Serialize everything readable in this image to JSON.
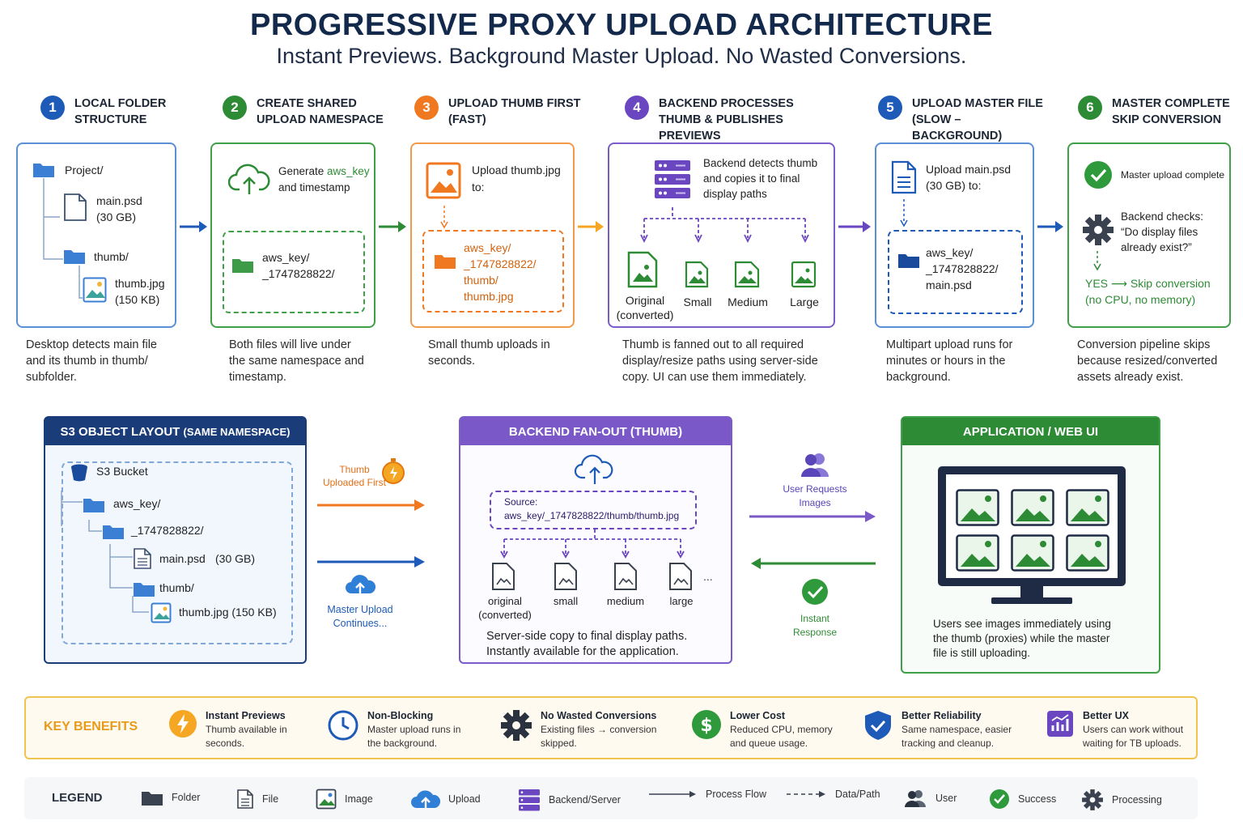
{
  "header": {
    "title": "PROGRESSIVE PROXY UPLOAD ARCHITECTURE",
    "subtitle": "Instant Previews. Background Master Upload. No Wasted Conversions."
  },
  "steps": [
    {
      "number": "1",
      "title": "LOCAL FOLDER STRUCTURE",
      "color": "#1e5bb8",
      "tree": [
        "Project/",
        "main.psd",
        "(30 GB)",
        "thumb/",
        "thumb.jpg",
        "(150 KB)"
      ],
      "caption": "Desktop detects main file and its thumb in thumb/ subfolder."
    },
    {
      "number": "2",
      "title": "CREATE SHARED UPLOAD NAMESPACE",
      "color": "#2e8b35",
      "text_prefix": "Generate ",
      "text_key": "aws_key",
      "text_mid": "and timestamp",
      "path": [
        "aws_key/",
        "_1747828822/"
      ],
      "caption": "Both files will live under the same namespace and timestamp."
    },
    {
      "number": "3",
      "title": "UPLOAD THUMB FIRST (FAST)",
      "color": "#f07820",
      "text": [
        "Upload thumb.jpg",
        "to:"
      ],
      "path": [
        "aws_key/",
        "_1747828822/",
        "thumb/",
        "thumb.jpg"
      ],
      "caption": "Small thumb uploads in seconds."
    },
    {
      "number": "4",
      "title": "BACKEND PROCESSES THUMB & PUBLISHES PREVIEWS",
      "color": "#6a46c0",
      "text": [
        "Backend detects thumb",
        "and copies it to final",
        "display paths"
      ],
      "outputs": [
        "Original",
        "(converted)",
        "Small",
        "Medium",
        "Large"
      ],
      "caption": "Thumb is fanned out to all required display/resize paths using server-side copy. UI can use them immediately."
    },
    {
      "number": "5",
      "title": "UPLOAD MASTER FILE (SLOW – BACKGROUND)",
      "color": "#1e5bb8",
      "text": [
        "Upload main.psd",
        "(30 GB) to:"
      ],
      "path": [
        "aws_key/",
        "_1747828822/",
        "main.psd"
      ],
      "caption": "Multipart upload runs for minutes or hours in the background."
    },
    {
      "number": "6",
      "title": "MASTER COMPLETE SKIP CONVERSION",
      "color": "#2e8b35",
      "complete": "Master upload complete",
      "check": [
        "Backend checks:",
        "“Do display files",
        "already exist?”"
      ],
      "result": [
        "YES ⟶ Skip conversion",
        "(no CPU, no memory)"
      ],
      "caption": "Conversion pipeline skips because resized/converted assets already exist."
    }
  ],
  "s3": {
    "title": "S3 OBJECT LAYOUT",
    "title_suffix": "(SAME NAMESPACE)",
    "bucket": "S3 Bucket",
    "items": [
      "aws_key/",
      "_1747828822/",
      "main.psd",
      "(30 GB)",
      "thumb/",
      "thumb.jpg (150 KB)"
    ]
  },
  "flows": {
    "thumb_first": [
      "Thumb",
      "Uploaded First"
    ],
    "master_continues": [
      "Master Upload",
      "Continues..."
    ],
    "user_requests": [
      "User Requests",
      "Images"
    ],
    "instant_response": [
      "Instant",
      "Response"
    ]
  },
  "fanout": {
    "title": "BACKEND FAN-OUT (THUMB)",
    "source_label": "Source:",
    "source_path": "aws_key/_1747828822/thumb/thumb.jpg",
    "outputs": [
      "original",
      "(converted)",
      "small",
      "medium",
      "large"
    ],
    "ellipsis": "...",
    "caption": [
      "Server-side copy to final display paths.",
      "Instantly available for the application."
    ]
  },
  "webui": {
    "title": "APPLICATION / WEB UI",
    "caption": [
      "Users see images immediately using",
      "the thumb (proxies) while the master",
      "file is still uploading."
    ]
  },
  "benefits": {
    "label": "KEY BENEFITS",
    "items": [
      {
        "title": "Instant Previews",
        "text": [
          "Thumb available in",
          "seconds."
        ],
        "icon": "lightning-icon"
      },
      {
        "title": "Non-Blocking",
        "text": [
          "Master upload runs in",
          "the background."
        ],
        "icon": "clock-icon"
      },
      {
        "title": "No Wasted Conversions",
        "text": [
          "Existing files → conversion",
          "skipped."
        ],
        "icon": "gear-icon"
      },
      {
        "title": "Lower Cost",
        "text": [
          "Reduced CPU, memory",
          "and queue usage."
        ],
        "icon": "dollar-icon"
      },
      {
        "title": "Better Reliability",
        "text": [
          "Same namespace, easier",
          "tracking and cleanup."
        ],
        "icon": "shield-icon"
      },
      {
        "title": "Better UX",
        "text": [
          "Users can work without",
          "waiting for TB uploads."
        ],
        "icon": "chart-icon"
      }
    ]
  },
  "legend": {
    "label": "LEGEND",
    "items": [
      "Folder",
      "File",
      "Image",
      "Upload",
      "Backend/Server",
      "Process Flow",
      "Data/Path",
      "User",
      "Success",
      "Processing"
    ]
  }
}
